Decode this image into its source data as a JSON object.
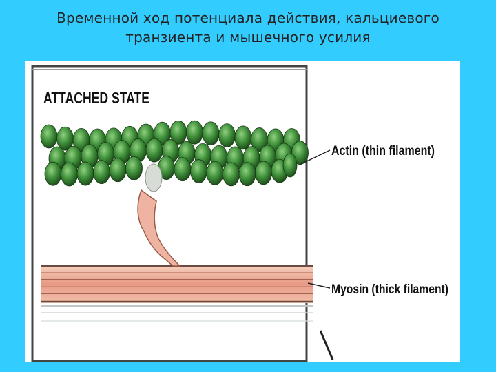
{
  "slide": {
    "title_line1": "Временной ход потенциала действия, кальциевого",
    "title_line2": "транзиента и мышечного усилия"
  },
  "figure": {
    "state_label": "ATTACHED STATE",
    "actin_label": "Actin (thin filament)",
    "myosin_label": "Myosin (thick filament)"
  },
  "colors": {
    "background": "#33ccff",
    "actin": "#3f8f3a",
    "myosin": "#e7a78f",
    "binding_site": "#d8dcd6"
  }
}
